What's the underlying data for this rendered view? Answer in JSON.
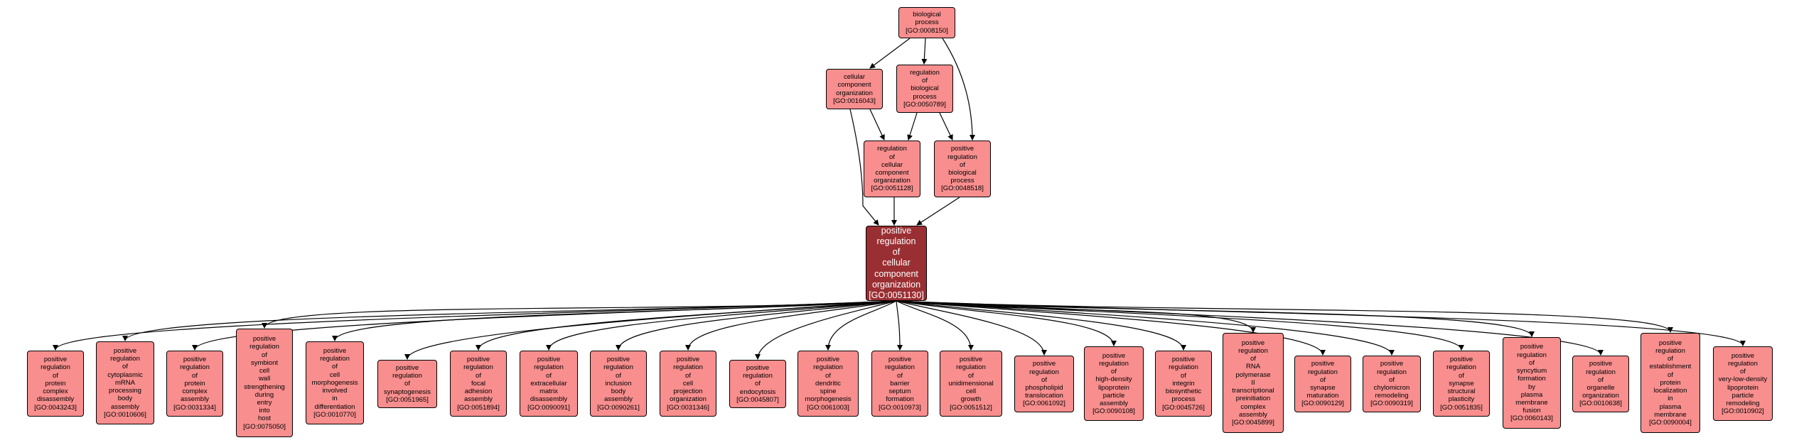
{
  "colors": {
    "node_fill": "#f88e8e",
    "focus_fill": "#9a2f33",
    "edge": "#000000"
  },
  "nodes": {
    "root": {
      "label": "biological\nprocess\n[GO:0008150]"
    },
    "cco": {
      "label": "cellular\ncomponent\norganization\n[GO:0016043]"
    },
    "rbp": {
      "label": "regulation\nof\nbiological\nprocess\n[GO:0050789]"
    },
    "rccom": {
      "label": "regulation\nof\ncellular\ncomponent\norganization\n[GO:0051128]"
    },
    "prbp": {
      "label": "positive\nregulation\nof\nbiological\nprocess\n[GO:0048518]"
    },
    "focus": {
      "label": "positive\nregulation\nof\ncellular\ncomponent\norganization\n[GO:0051130]"
    },
    "c1": {
      "label": "positive\nregulation\nof\nprotein\ncomplex\ndisassembly\n[GO:0043243]"
    },
    "c2": {
      "label": "positive\nregulation\nof\ncytoplasmic\nmRNA\nprocessing\nbody\nassembly\n[GO:0010606]"
    },
    "c3": {
      "label": "positive\nregulation\nof\nprotein\ncomplex\nassembly\n[GO:0031334]"
    },
    "c4": {
      "label": "positive\nregulation\nof\nsymbiont\ncell\nwall\nstrengthening\nduring\nentry\ninto\nhost\n[GO:0075050]"
    },
    "c5": {
      "label": "positive\nregulation\nof\ncell\nmorphogenesis\ninvolved\nin\ndifferentiation\n[GO:0010770]"
    },
    "c6": {
      "label": "positive\nregulation\nof\nsynaptogenesis\n[GO:0051965]"
    },
    "c7": {
      "label": "positive\nregulation\nof\nfocal\nadhesion\nassembly\n[GO:0051894]"
    },
    "c8": {
      "label": "positive\nregulation\nof\nextracellular\nmatrix\ndisassembly\n[GO:0090091]"
    },
    "c9": {
      "label": "positive\nregulation\nof\ninclusion\nbody\nassembly\n[GO:0090261]"
    },
    "c10": {
      "label": "positive\nregulation\nof\ncell\nprojection\norganization\n[GO:0031346]"
    },
    "c11": {
      "label": "positive\nregulation\nof\nendocytosis\n[GO:0045807]"
    },
    "c12": {
      "label": "positive\nregulation\nof\ndendritic\nspine\nmorphogenesis\n[GO:0061003]"
    },
    "c13": {
      "label": "positive\nregulation\nof\nbarrier\nseptum\nformation\n[GO:0010973]"
    },
    "c14": {
      "label": "positive\nregulation\nof\nunidimensional\ncell\ngrowth\n[GO:0051512]"
    },
    "c15": {
      "label": "positive\nregulation\nof\nphospholipid\ntranslocation\n[GO:0061092]"
    },
    "c16": {
      "label": "positive\nregulation\nof\nhigh-density\nlipoprotein\nparticle\nassembly\n[GO:0090108]"
    },
    "c17": {
      "label": "positive\nregulation\nof\nintegrin\nbiosynthetic\nprocess\n[GO:0045726]"
    },
    "c18": {
      "label": "positive\nregulation\nof\nRNA\npolymerase\nII\ntranscriptional\npreinitiation\ncomplex\nassembly\n[GO:0045899]"
    },
    "c19": {
      "label": "positive\nregulation\nof\nsynapse\nmaturation\n[GO:0090129]"
    },
    "c20": {
      "label": "positive\nregulation\nof\nchylomicron\nremodeling\n[GO:0090319]"
    },
    "c21": {
      "label": "positive\nregulation\nof\nsynapse\nstructural\nplasticity\n[GO:0051835]"
    },
    "c22": {
      "label": "positive\nregulation\nof\nsyncytium\nformation\nby\nplasma\nmembrane\nfusion\n[GO:0060143]"
    },
    "c23": {
      "label": "positive\nregulation\nof\norganelle\norganization\n[GO:0010638]"
    },
    "c24": {
      "label": "positive\nregulation\nof\nestablishment\nof\nprotein\nlocalization\nin\nplasma\nmembrane\n[GO:0090004]"
    },
    "c25": {
      "label": "positive\nregulation\nof\nvery-low-density\nlipoprotein\nparticle\nremodeling\n[GO:0010902]"
    }
  }
}
